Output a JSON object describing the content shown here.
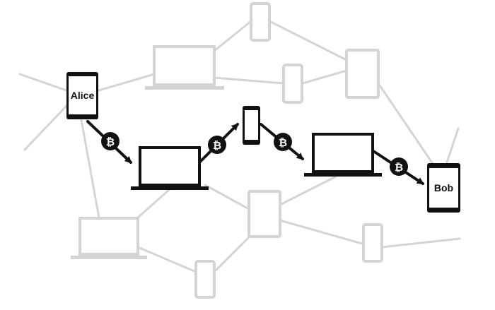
{
  "colors": {
    "background": "#ffffff",
    "network_faded": "#d4d4d4",
    "active": "#111111",
    "coin_fill": "#111111",
    "coin_symbol": "#ffffff"
  },
  "nodes": {
    "alice": {
      "label": "Alice",
      "device": "tablet",
      "active": true
    },
    "bob": {
      "label": "Bob",
      "device": "tablet",
      "active": true
    }
  },
  "coin": {
    "symbol": "₿",
    "icon": "bitcoin-icon"
  },
  "payment_path": [
    "Alice",
    "laptop",
    "phone",
    "laptop",
    "Bob"
  ]
}
